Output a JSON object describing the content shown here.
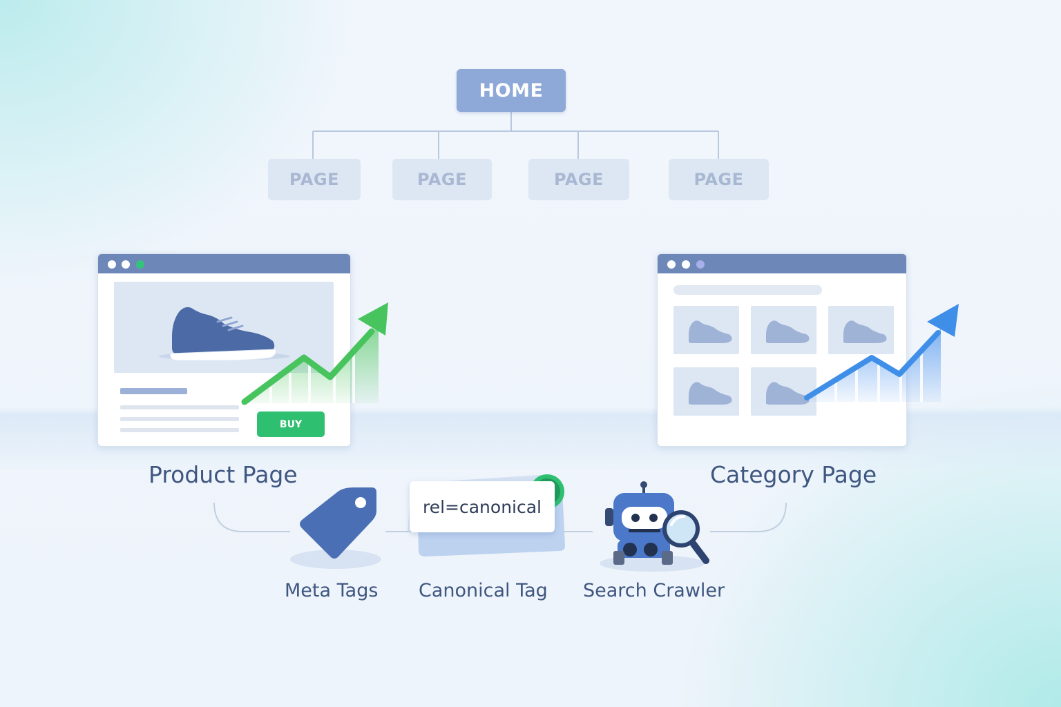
{
  "sitemap": {
    "root_label": "HOME",
    "children": [
      "PAGE",
      "PAGE",
      "PAGE",
      "PAGE"
    ]
  },
  "product_page": {
    "label": "Product Page",
    "buy_label": "BUY"
  },
  "category_page": {
    "label": "Category Page"
  },
  "meta_tags": {
    "label": "Meta Tags"
  },
  "canonical": {
    "tag_text": "rel=canonical",
    "label": "Canonical Tag"
  },
  "crawler": {
    "label": "Search Crawler"
  },
  "colors": {
    "home": "#8ea9d8",
    "page_node": "#dde6f3",
    "window_bar": "#6d88b8",
    "buy": "#2fbf71",
    "growth_green": "#48c45e",
    "growth_blue": "#3f8ee8",
    "icon_blue": "#4d72b8"
  },
  "icons": [
    "shoe-icon",
    "growth-arrow-icon",
    "price-tag-icon",
    "robot-icon",
    "magnifier-icon"
  ]
}
